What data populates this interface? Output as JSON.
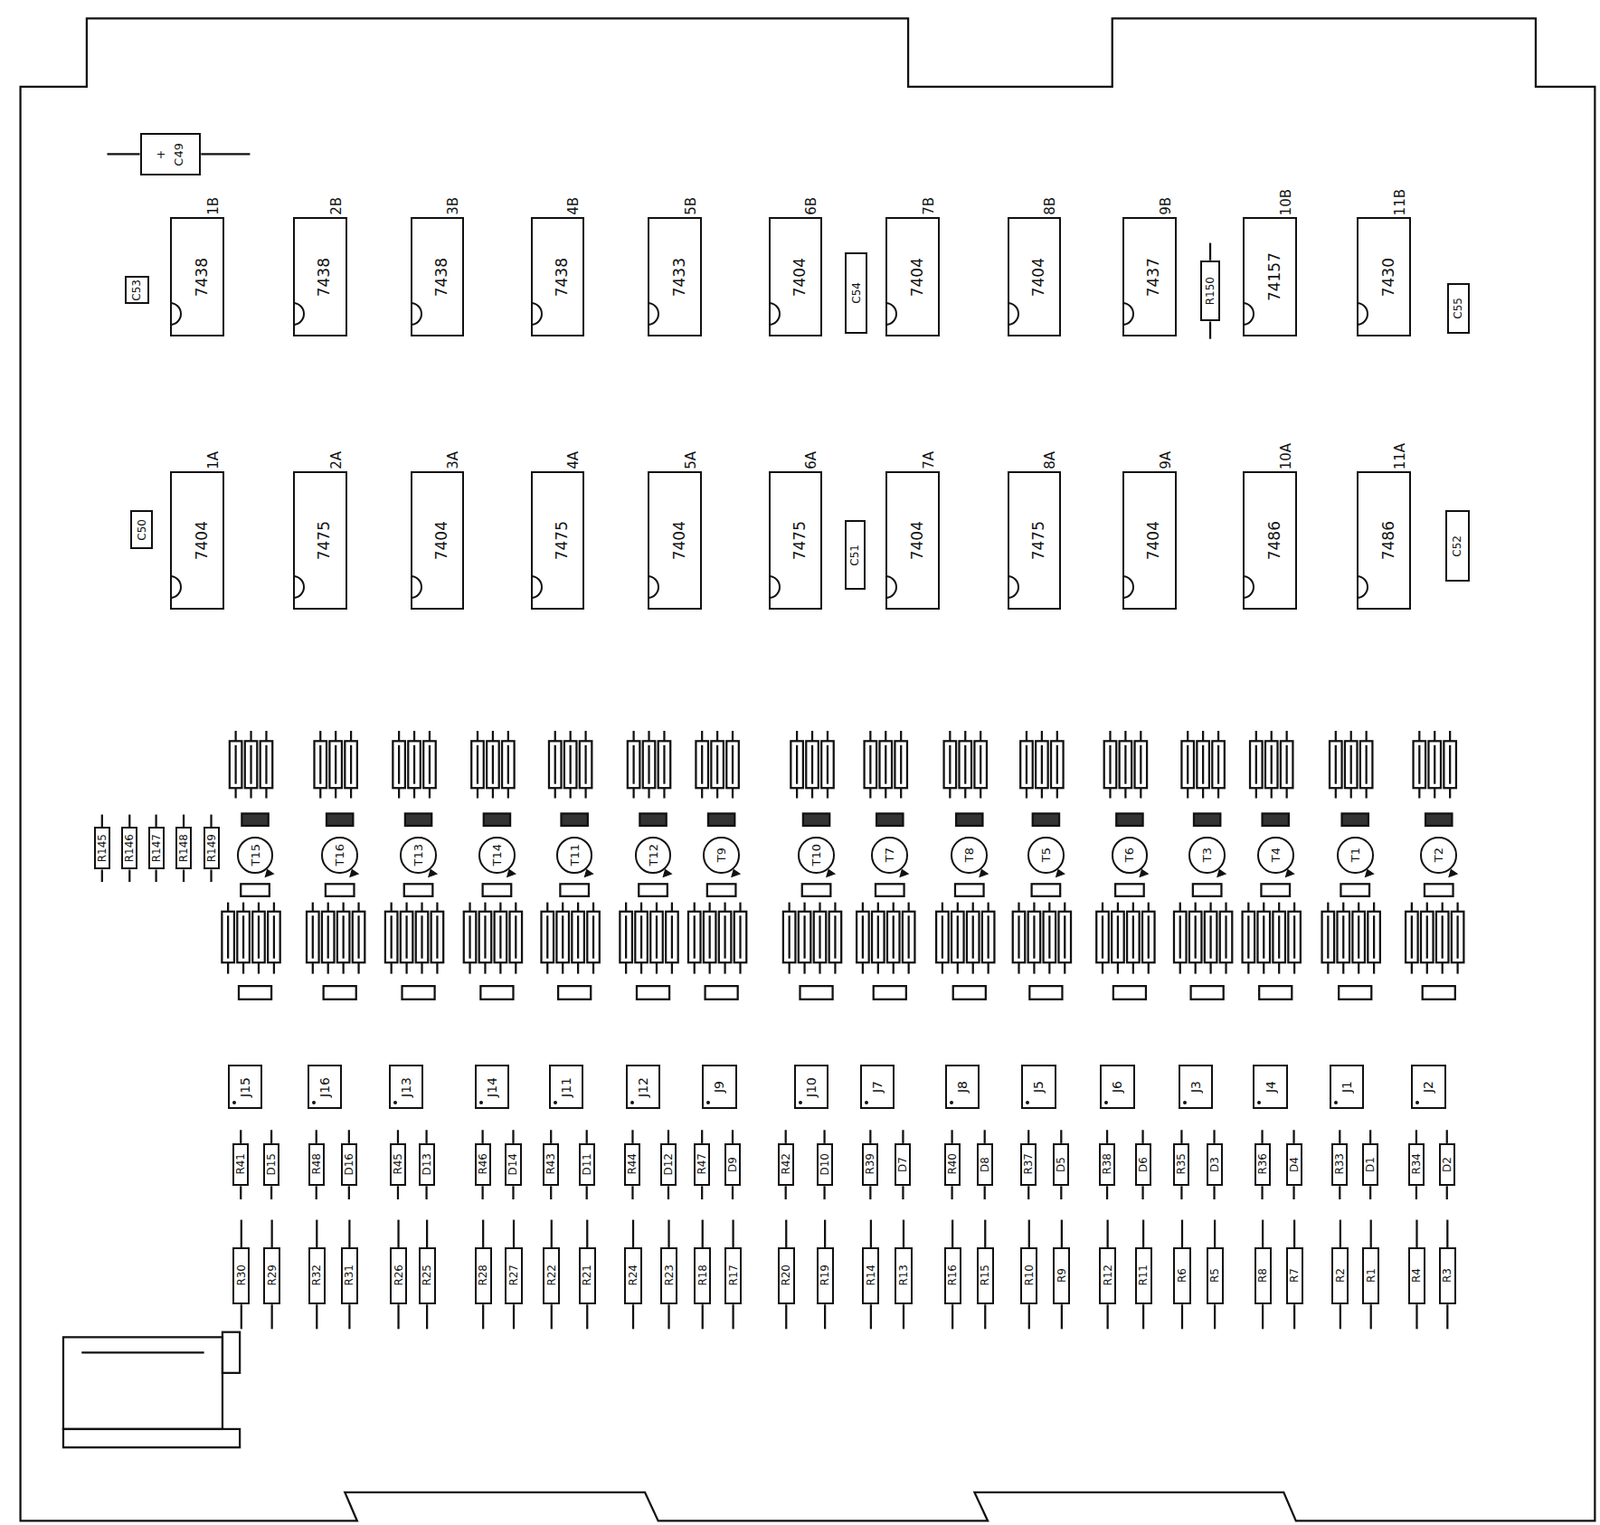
{
  "diagram": {
    "nodes": [
      {
        "text": [
          "+",
          "C49"
        ]
      },
      {
        "text": [
          "C53"
        ]
      },
      {
        "text": [
          "1B",
          "7438"
        ]
      },
      {
        "text": [
          "2B",
          "7438"
        ]
      },
      {
        "text": [
          "3B",
          "7438"
        ]
      },
      {
        "text": [
          "4B",
          "7438"
        ]
      },
      {
        "text": [
          "5B",
          "7433"
        ]
      },
      {
        "text": [
          "6B",
          "7404"
        ]
      },
      {
        "text": [
          "C54"
        ]
      },
      {
        "text": [
          "7B",
          "7404"
        ]
      },
      {
        "text": [
          "8B",
          "7404"
        ]
      },
      {
        "text": [
          "9B",
          "7437"
        ]
      },
      {
        "text": [
          "R150"
        ]
      },
      {
        "text": [
          "10B",
          "74157"
        ]
      },
      {
        "text": [
          "11B",
          "7430"
        ]
      },
      {
        "text": [
          "C55"
        ]
      },
      {
        "text": [
          "C50"
        ]
      },
      {
        "text": [
          "1A",
          "7404"
        ]
      },
      {
        "text": [
          "2A",
          "7475"
        ]
      },
      {
        "text": [
          "3A",
          "7404"
        ]
      },
      {
        "text": [
          "4A",
          "7475"
        ]
      },
      {
        "text": [
          "5A",
          "7404"
        ]
      },
      {
        "text": [
          "6A",
          "7475"
        ]
      },
      {
        "text": [
          "C51"
        ]
      },
      {
        "text": [
          "7A",
          "7404"
        ]
      },
      {
        "text": [
          "8A",
          "7475"
        ]
      },
      {
        "text": [
          "9A",
          "7404"
        ]
      },
      {
        "text": [
          "10A",
          "7486"
        ]
      },
      {
        "text": [
          "11A",
          "7486"
        ]
      },
      {
        "text": [
          "C52"
        ]
      },
      {
        "text": [
          "R145"
        ]
      },
      {
        "text": [
          "R146"
        ]
      },
      {
        "text": [
          "R147"
        ]
      },
      {
        "text": [
          "R148"
        ]
      },
      {
        "text": [
          "R149"
        ]
      },
      {
        "text": [
          "T15"
        ]
      },
      {
        "text": [
          "T16"
        ]
      },
      {
        "text": [
          "T13"
        ]
      },
      {
        "text": [
          "T14"
        ]
      },
      {
        "text": [
          "T11"
        ]
      },
      {
        "text": [
          "T12"
        ]
      },
      {
        "text": [
          "T9"
        ]
      },
      {
        "text": [
          "T10"
        ]
      },
      {
        "text": [
          "T7"
        ]
      },
      {
        "text": [
          "T8"
        ]
      },
      {
        "text": [
          "T5"
        ]
      },
      {
        "text": [
          "T6"
        ]
      },
      {
        "text": [
          "T3"
        ]
      },
      {
        "text": [
          "T4"
        ]
      },
      {
        "text": [
          "T1"
        ]
      },
      {
        "text": [
          "T2"
        ]
      },
      {
        "text": [
          "J15"
        ]
      },
      {
        "text": [
          "J16"
        ]
      },
      {
        "text": [
          "J13"
        ]
      },
      {
        "text": [
          "J14"
        ]
      },
      {
        "text": [
          "J11"
        ]
      },
      {
        "text": [
          "J12"
        ]
      },
      {
        "text": [
          "J9"
        ]
      },
      {
        "text": [
          "J10"
        ]
      },
      {
        "text": [
          "J7"
        ]
      },
      {
        "text": [
          "J8"
        ]
      },
      {
        "text": [
          "J5"
        ]
      },
      {
        "text": [
          "J6"
        ]
      },
      {
        "text": [
          "J3"
        ]
      },
      {
        "text": [
          "J4"
        ]
      },
      {
        "text": [
          "J1"
        ]
      },
      {
        "text": [
          "J2"
        ]
      },
      {
        "text": [
          "R41"
        ]
      },
      {
        "text": [
          "D15"
        ]
      },
      {
        "text": [
          "R48"
        ]
      },
      {
        "text": [
          "D16"
        ]
      },
      {
        "text": [
          "R45"
        ]
      },
      {
        "text": [
          "D13"
        ]
      },
      {
        "text": [
          "R46"
        ]
      },
      {
        "text": [
          "D14"
        ]
      },
      {
        "text": [
          "R43"
        ]
      },
      {
        "text": [
          "D11"
        ]
      },
      {
        "text": [
          "R44"
        ]
      },
      {
        "text": [
          "D12"
        ]
      },
      {
        "text": [
          "R47"
        ]
      },
      {
        "text": [
          "D9"
        ]
      },
      {
        "text": [
          "R42"
        ]
      },
      {
        "text": [
          "D10"
        ]
      },
      {
        "text": [
          "R39"
        ]
      },
      {
        "text": [
          "D7"
        ]
      },
      {
        "text": [
          "R40"
        ]
      },
      {
        "text": [
          "D8"
        ]
      },
      {
        "text": [
          "R37"
        ]
      },
      {
        "text": [
          "D5"
        ]
      },
      {
        "text": [
          "R38"
        ]
      },
      {
        "text": [
          "D6"
        ]
      },
      {
        "text": [
          "R35"
        ]
      },
      {
        "text": [
          "D3"
        ]
      },
      {
        "text": [
          "R36"
        ]
      },
      {
        "text": [
          "D4"
        ]
      },
      {
        "text": [
          "R33"
        ]
      },
      {
        "text": [
          "D1"
        ]
      },
      {
        "text": [
          "R34"
        ]
      },
      {
        "text": [
          "D2"
        ]
      },
      {
        "text": [
          "R30"
        ]
      },
      {
        "text": [
          "R29"
        ]
      },
      {
        "text": [
          "R32"
        ]
      },
      {
        "text": [
          "R31"
        ]
      },
      {
        "text": [
          "R26"
        ]
      },
      {
        "text": [
          "R25"
        ]
      },
      {
        "text": [
          "R28"
        ]
      },
      {
        "text": [
          "R27"
        ]
      },
      {
        "text": [
          "R22"
        ]
      },
      {
        "text": [
          "R21"
        ]
      },
      {
        "text": [
          "R24"
        ]
      },
      {
        "text": [
          "R23"
        ]
      },
      {
        "text": [
          "R18"
        ]
      },
      {
        "text": [
          "R17"
        ]
      },
      {
        "text": [
          "R20"
        ]
      },
      {
        "text": [
          "R19"
        ]
      },
      {
        "text": [
          "R14"
        ]
      },
      {
        "text": [
          "R13"
        ]
      },
      {
        "text": [
          "R16"
        ]
      },
      {
        "text": [
          "R15"
        ]
      },
      {
        "text": [
          "R10"
        ]
      },
      {
        "text": [
          "R9"
        ]
      },
      {
        "text": [
          "R12"
        ]
      },
      {
        "text": [
          "R11"
        ]
      },
      {
        "text": [
          "R6"
        ]
      },
      {
        "text": [
          "R5"
        ]
      },
      {
        "text": [
          "R8"
        ]
      },
      {
        "text": [
          "R7"
        ]
      },
      {
        "text": [
          "R2"
        ]
      },
      {
        "text": [
          "R1"
        ]
      },
      {
        "text": [
          "R4"
        ]
      },
      {
        "text": [
          "R3"
        ]
      }
    ]
  }
}
